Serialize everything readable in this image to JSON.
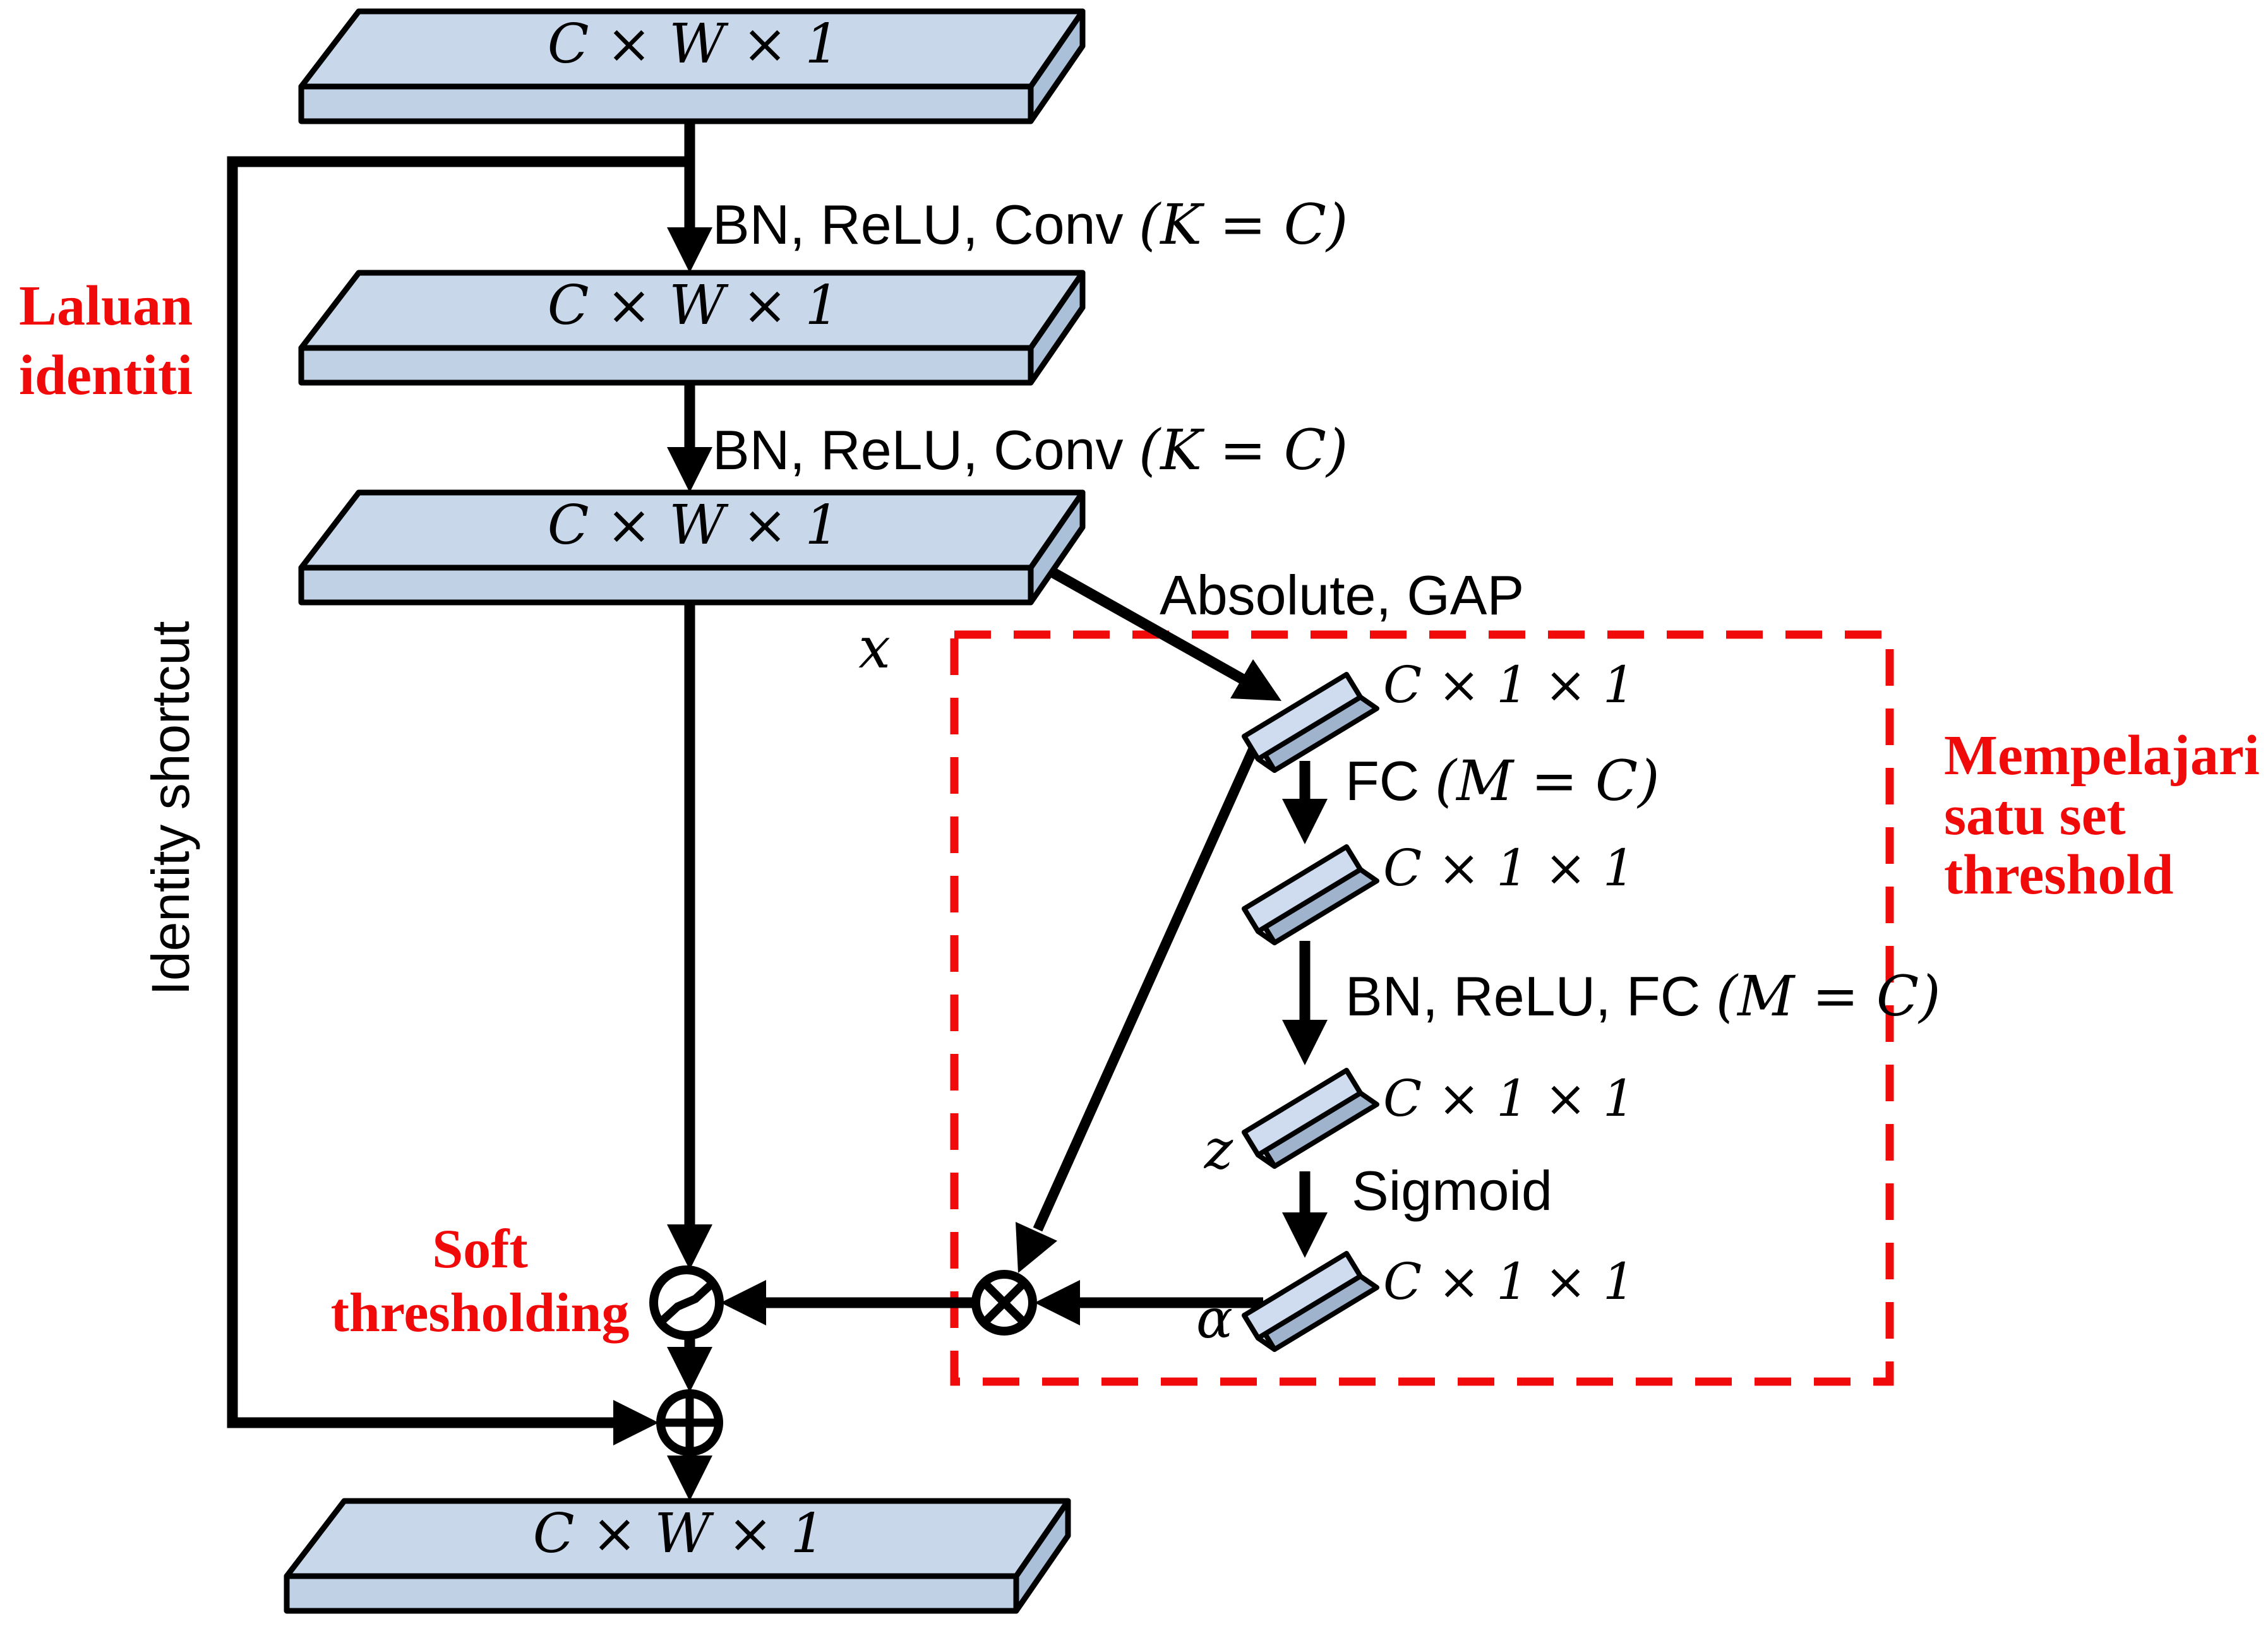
{
  "colors": {
    "red": "#f10a0a",
    "stroke": "#000000",
    "slab_top": "#c9d7ea",
    "slab_front": "#c0d0e5",
    "slab_side": "#aabfd8",
    "bar_top": "#cfdcef",
    "bar_side": "#9fb3cd",
    "bar_cap": "#dde6f4",
    "background": "#ffffff"
  },
  "slabs": [
    {
      "label": "C × W × 1"
    },
    {
      "label": "C × W × 1"
    },
    {
      "label": "C × W × 1"
    },
    {
      "label": "C × W × 1"
    }
  ],
  "vectors": [
    {
      "label": "C × 1 × 1"
    },
    {
      "label": "C × 1 × 1"
    },
    {
      "label": "C × 1 × 1"
    },
    {
      "label": "C × 1 × 1"
    }
  ],
  "edges": {
    "conv1": {
      "prefix": "BN, ReLU, Conv ",
      "math": "(K = C)"
    },
    "conv2": {
      "prefix": "BN, ReLU, Conv ",
      "math": "(K = C)"
    },
    "absolute_gap": {
      "label": "Absolute, GAP"
    },
    "fc": {
      "prefix": "FC ",
      "math": "(M = C)"
    },
    "bn_relu_fc": {
      "prefix": "BN, ReLU, FC ",
      "math": "(M = C)"
    },
    "sigmoid": {
      "label": "Sigmoid"
    }
  },
  "variables": {
    "x": "x",
    "z": "z",
    "alpha": "α"
  },
  "annotations": {
    "identity_path_red": "Laluan\nidentiti",
    "identity_shortcut": "Identity shortcut",
    "soft_thresholding": "Soft\nthresholding",
    "learn_threshold_set": "Mempelajari\nsatu set\nthreshold"
  },
  "operators": {
    "multiply": "circle-cross-multiply",
    "add": "circle-plus-add",
    "soft_threshold": "circle-soft-threshold-curve"
  }
}
